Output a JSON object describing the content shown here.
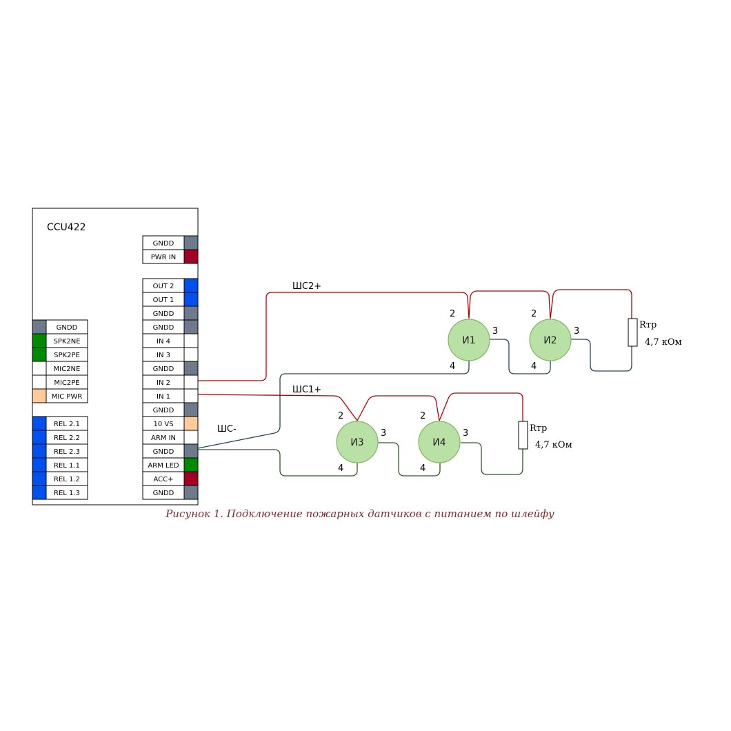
{
  "device": {
    "title": "CCU422",
    "right_top": [
      {
        "label": "GNDD",
        "color": "#6d7b8d"
      },
      {
        "label": "PWR IN",
        "color": "#a20025"
      }
    ],
    "right_main": [
      {
        "label": "OUT 2",
        "color": "#0050ef"
      },
      {
        "label": "OUT 1",
        "color": "#0050ef"
      },
      {
        "label": "GNDD",
        "color": "#6d7b8d"
      },
      {
        "label": "GNDD",
        "color": "#6d7b8d"
      },
      {
        "label": "IN 4",
        "color": "#ffffff"
      },
      {
        "label": "IN 3",
        "color": "#ffffff"
      },
      {
        "label": "GNDD",
        "color": "#6d7b8d"
      },
      {
        "label": "IN 2",
        "color": "#ffffff"
      },
      {
        "label": "IN 1",
        "color": "#ffffff"
      },
      {
        "label": "GNDD",
        "color": "#6d7b8d"
      },
      {
        "label": "10 VS",
        "color": "#ffcc99"
      },
      {
        "label": "ARM IN",
        "color": "#ffffff"
      },
      {
        "label": "GNDD",
        "color": "#6d7b8d"
      },
      {
        "label": "ARM LED",
        "color": "#008a00"
      },
      {
        "label": "ACC+",
        "color": "#a20025"
      },
      {
        "label": "GNDD",
        "color": "#6d7b8d"
      }
    ],
    "left_group1": [
      {
        "label": "GNDD",
        "color": "#6d7b8d"
      },
      {
        "label": "SPK2NE",
        "color": "#008a00"
      },
      {
        "label": "SPK2PE",
        "color": "#008a00"
      },
      {
        "label": "MIC2NE",
        "color": "#ffffff"
      },
      {
        "label": "MIC2PE",
        "color": "#ffffff"
      },
      {
        "label": "MIC PWR",
        "color": "#ffcc99"
      }
    ],
    "left_group2": [
      {
        "label": "REL 2.1",
        "color": "#0050ef"
      },
      {
        "label": "REL 2.2",
        "color": "#0050ef"
      },
      {
        "label": "REL 2.3",
        "color": "#0050ef"
      },
      {
        "label": "REL 1.1",
        "color": "#0050ef"
      },
      {
        "label": "REL 1.2",
        "color": "#0050ef"
      },
      {
        "label": "REL 1.3",
        "color": "#0050ef"
      }
    ]
  },
  "wires": {
    "loop2_plus": "ШС2+",
    "loop1_plus": "ШС1+",
    "loop_minus": "ШС-",
    "color_plus": "#b20000",
    "color_minus_loop2": "#23445d",
    "color_minus_loop1": "#2d5a27"
  },
  "sensors": {
    "color_fill": "#b9e0a5",
    "color_stroke": "#82b366",
    "items": [
      {
        "label": "И1",
        "pin_top": "2",
        "pin_right": "3",
        "pin_bottom": "4"
      },
      {
        "label": "И2",
        "pin_top": "2",
        "pin_right": "3",
        "pin_bottom": "4"
      },
      {
        "label": "И3",
        "pin_top": "2",
        "pin_right": "3",
        "pin_bottom": "4"
      },
      {
        "label": "И4",
        "pin_top": "2",
        "pin_right": "3",
        "pin_bottom": "4"
      }
    ]
  },
  "resistors": [
    {
      "name": "Rтр",
      "value": "4,7 кОм"
    },
    {
      "name": "Rтр",
      "value": "4,7 кОм"
    }
  ],
  "caption": "Рисунок 1. Подключение пожарных датчиков с питанием по шлейфу"
}
